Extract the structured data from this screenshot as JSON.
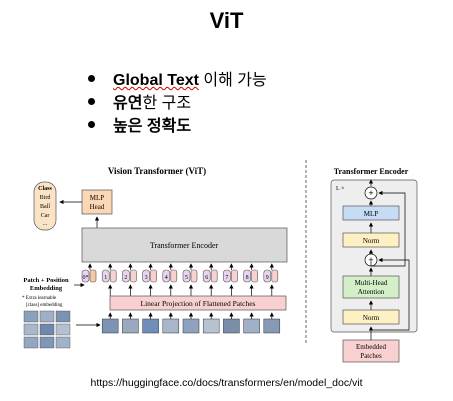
{
  "slide": {
    "title": "ViT",
    "bullets": [
      {
        "bold": "Global Text",
        "rest": " 이해 가능"
      },
      {
        "bold": "유연",
        "rest": "한 구조"
      },
      {
        "bold": "높은 정확도",
        "rest": ""
      }
    ],
    "source": "https://huggingface.co/docs/transformers/en/model_doc/vit"
  },
  "vit": {
    "title": "Vision Transformer (ViT)",
    "class_box": [
      "Class",
      "Bird",
      "Ball",
      "Car",
      "..."
    ],
    "mlp_head": [
      "MLP",
      "Head"
    ],
    "encoder": "Transformer Encoder",
    "patch_label": [
      "Patch + Position",
      "Embedding"
    ],
    "extra_note": [
      "* Extra learnable",
      "[class] embedding"
    ],
    "linear_projection": "Linear Projection of Flattened Patches",
    "tokens": [
      "0*",
      "1",
      "2",
      "3",
      "4",
      "5",
      "6",
      "7",
      "8",
      "9"
    ]
  },
  "encoder_detail": {
    "title": "Transformer Encoder",
    "repeat": "L ×",
    "mlp": "MLP",
    "norm_top": "Norm",
    "attention": [
      "Multi-Head",
      "Attention"
    ],
    "norm_bottom": "Norm",
    "embedded": [
      "Embedded",
      "Patches"
    ],
    "plus": "+"
  },
  "colors": {
    "mlp_head_fill": "#fbd7b6",
    "class_fill": "#fbe3c6",
    "encoder_fill": "#d9d9d9",
    "projection_fill": "#f8d0d0",
    "position_fill": "#e8d4ef",
    "norm_fill": "#fdf0c2",
    "mlp_fill": "#c6dcf5",
    "attention_fill": "#d3efc7",
    "embedded_fill": "#f8d0d0",
    "panel_fill": "#eeeeee"
  }
}
